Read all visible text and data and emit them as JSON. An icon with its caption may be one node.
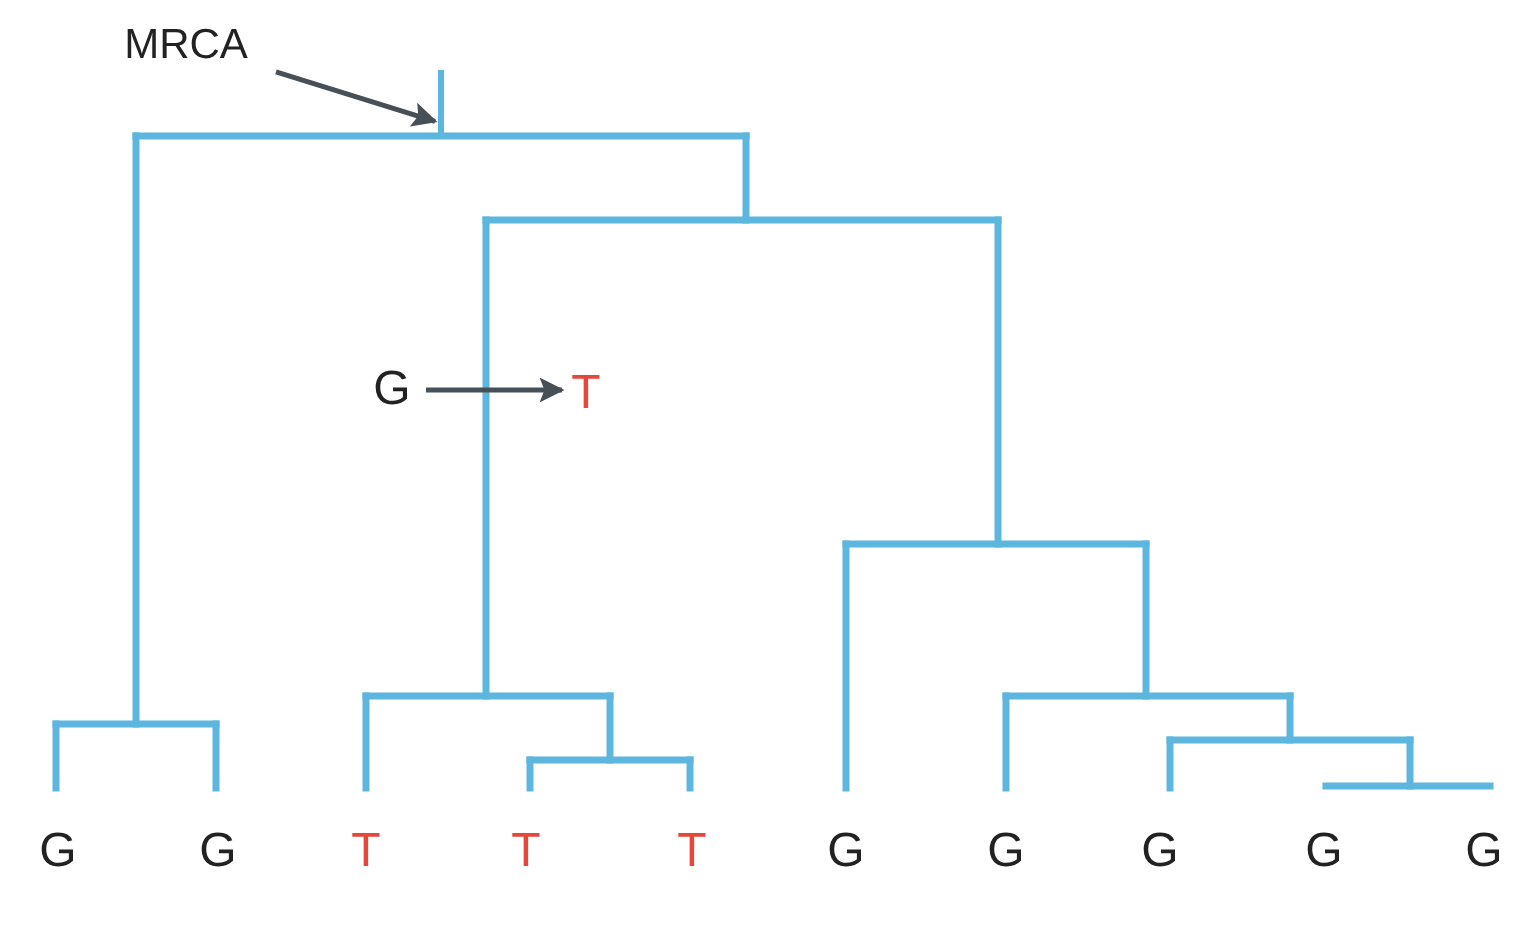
{
  "diagram": {
    "nodes": [
      {
        "text": [
          "MRCA"
        ]
      },
      {
        "text": [
          "G"
        ]
      },
      {
        "text": [
          "T"
        ]
      },
      {
        "text": [],
        "shape": "bar"
      }
    ],
    "edges": [
      {
        "from": 0,
        "to": 3,
        "arrow": "to"
      },
      {
        "from": 1,
        "to": 2,
        "arrow": "to"
      }
    ],
    "labels": [
      "G",
      "G",
      "T",
      "T",
      "T",
      "G",
      "G",
      "G",
      "G",
      "G"
    ]
  }
}
